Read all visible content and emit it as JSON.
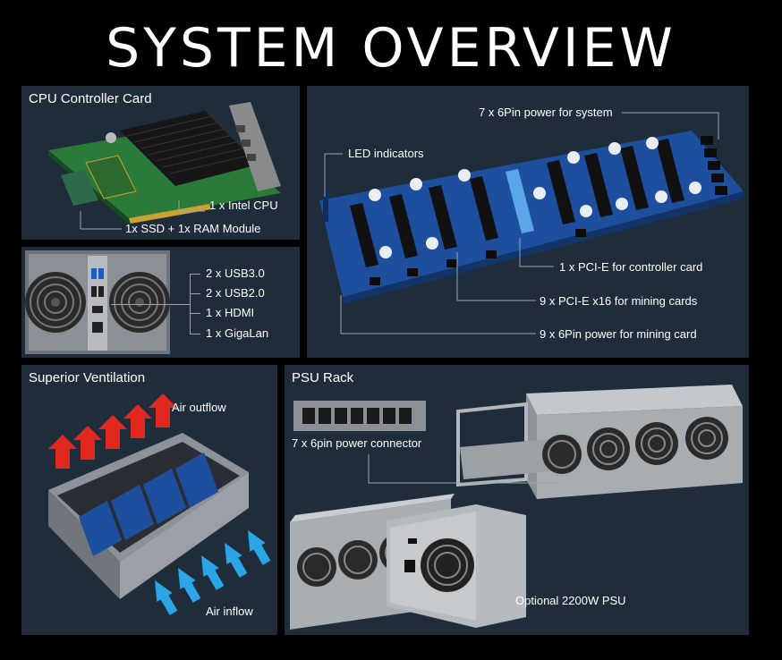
{
  "title": "SYSTEM  OVERVIEW",
  "cpu_panel": {
    "title": "CPU Controller Card",
    "labels": {
      "cpu": "1 x Intel CPU",
      "ssd_ram": "1x SSD + 1x RAM Module"
    }
  },
  "io_panel": {
    "ports": [
      "2 x USB3.0",
      "2 x USB2.0",
      "1 x HDMI",
      "1 x GigaLan"
    ]
  },
  "board_panel": {
    "labels": {
      "power_system": "7 x 6Pin power for system",
      "led": "LED indicators",
      "pcie_controller": "1 x PCI-E for controller card",
      "pcie_mining": "9 x PCI-E x16 for mining cards",
      "power_mining": "9 x 6Pin power for mining card"
    }
  },
  "vent_panel": {
    "title": "Superior Ventilation",
    "labels": {
      "outflow": "Air outflow",
      "inflow": "Air inflow"
    },
    "colors": {
      "outflow_arrow": "#e0281e",
      "inflow_arrow": "#2aa6e6"
    }
  },
  "psu_panel": {
    "title": "PSU Rack",
    "labels": {
      "connector": "7 x 6pin power connector",
      "psu": "Optional 2200W PSU"
    }
  },
  "colors": {
    "panel_bg": "#1f2d3b",
    "board_blue": "#1d4f9e"
  }
}
